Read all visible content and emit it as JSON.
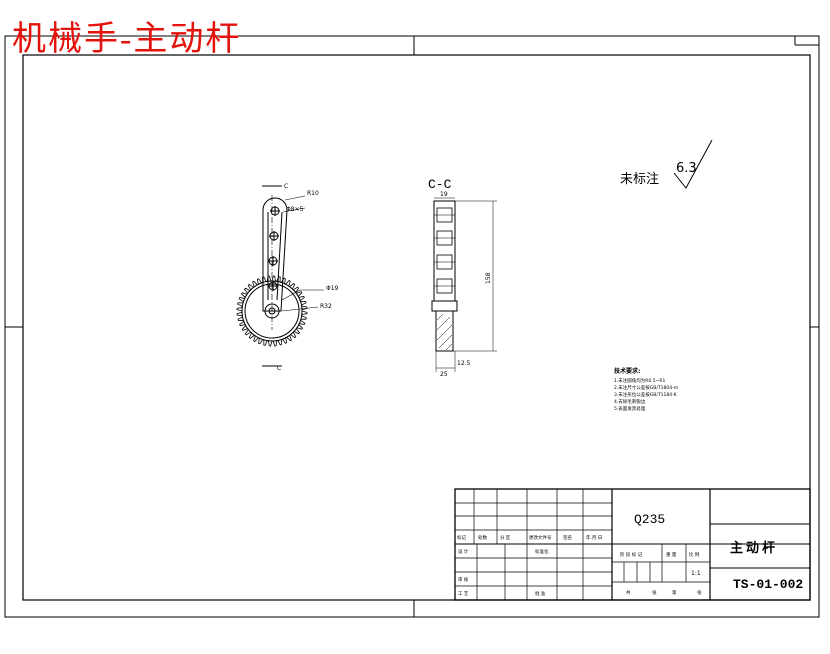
{
  "drawing": {
    "banner_title": "机械手-主动杆",
    "section_label": "C-C",
    "cut_marker": "C",
    "roughness_note": "未标注",
    "roughness_value": "6.3",
    "dims": {
      "r10": "R10",
      "hole": "Φ8×5",
      "dia19": "Φ19",
      "r32": "R32",
      "w19": "19",
      "h158": "158",
      "d25": "25",
      "d125": "12.5"
    },
    "tech_title": "技术要求:",
    "tech_lines": [
      "1.未注圆角均为R0.5~R1",
      "2.未注尺寸公差按GB/T1804-m",
      "3.未注形位公差按GB/T1184-K",
      "4.去除毛刺锐边",
      "5.表面发黑处理"
    ]
  },
  "title_block": {
    "material": "Q235",
    "part_name": "主动杆",
    "drawing_number": "TS-01-002",
    "scale": "1:1",
    "row_labels": [
      "标记",
      "处数",
      "分 区",
      "更改文件号",
      "签名",
      "年.月.日"
    ],
    "design": "设 计",
    "standardize": "标准化",
    "review": "审 核",
    "process": "工 艺",
    "approve": "批 准",
    "stage_labels": [
      "阶 段 标 记",
      "重 量",
      "比 例"
    ],
    "sheet_labels": [
      "共",
      "张",
      "第",
      "张"
    ]
  }
}
